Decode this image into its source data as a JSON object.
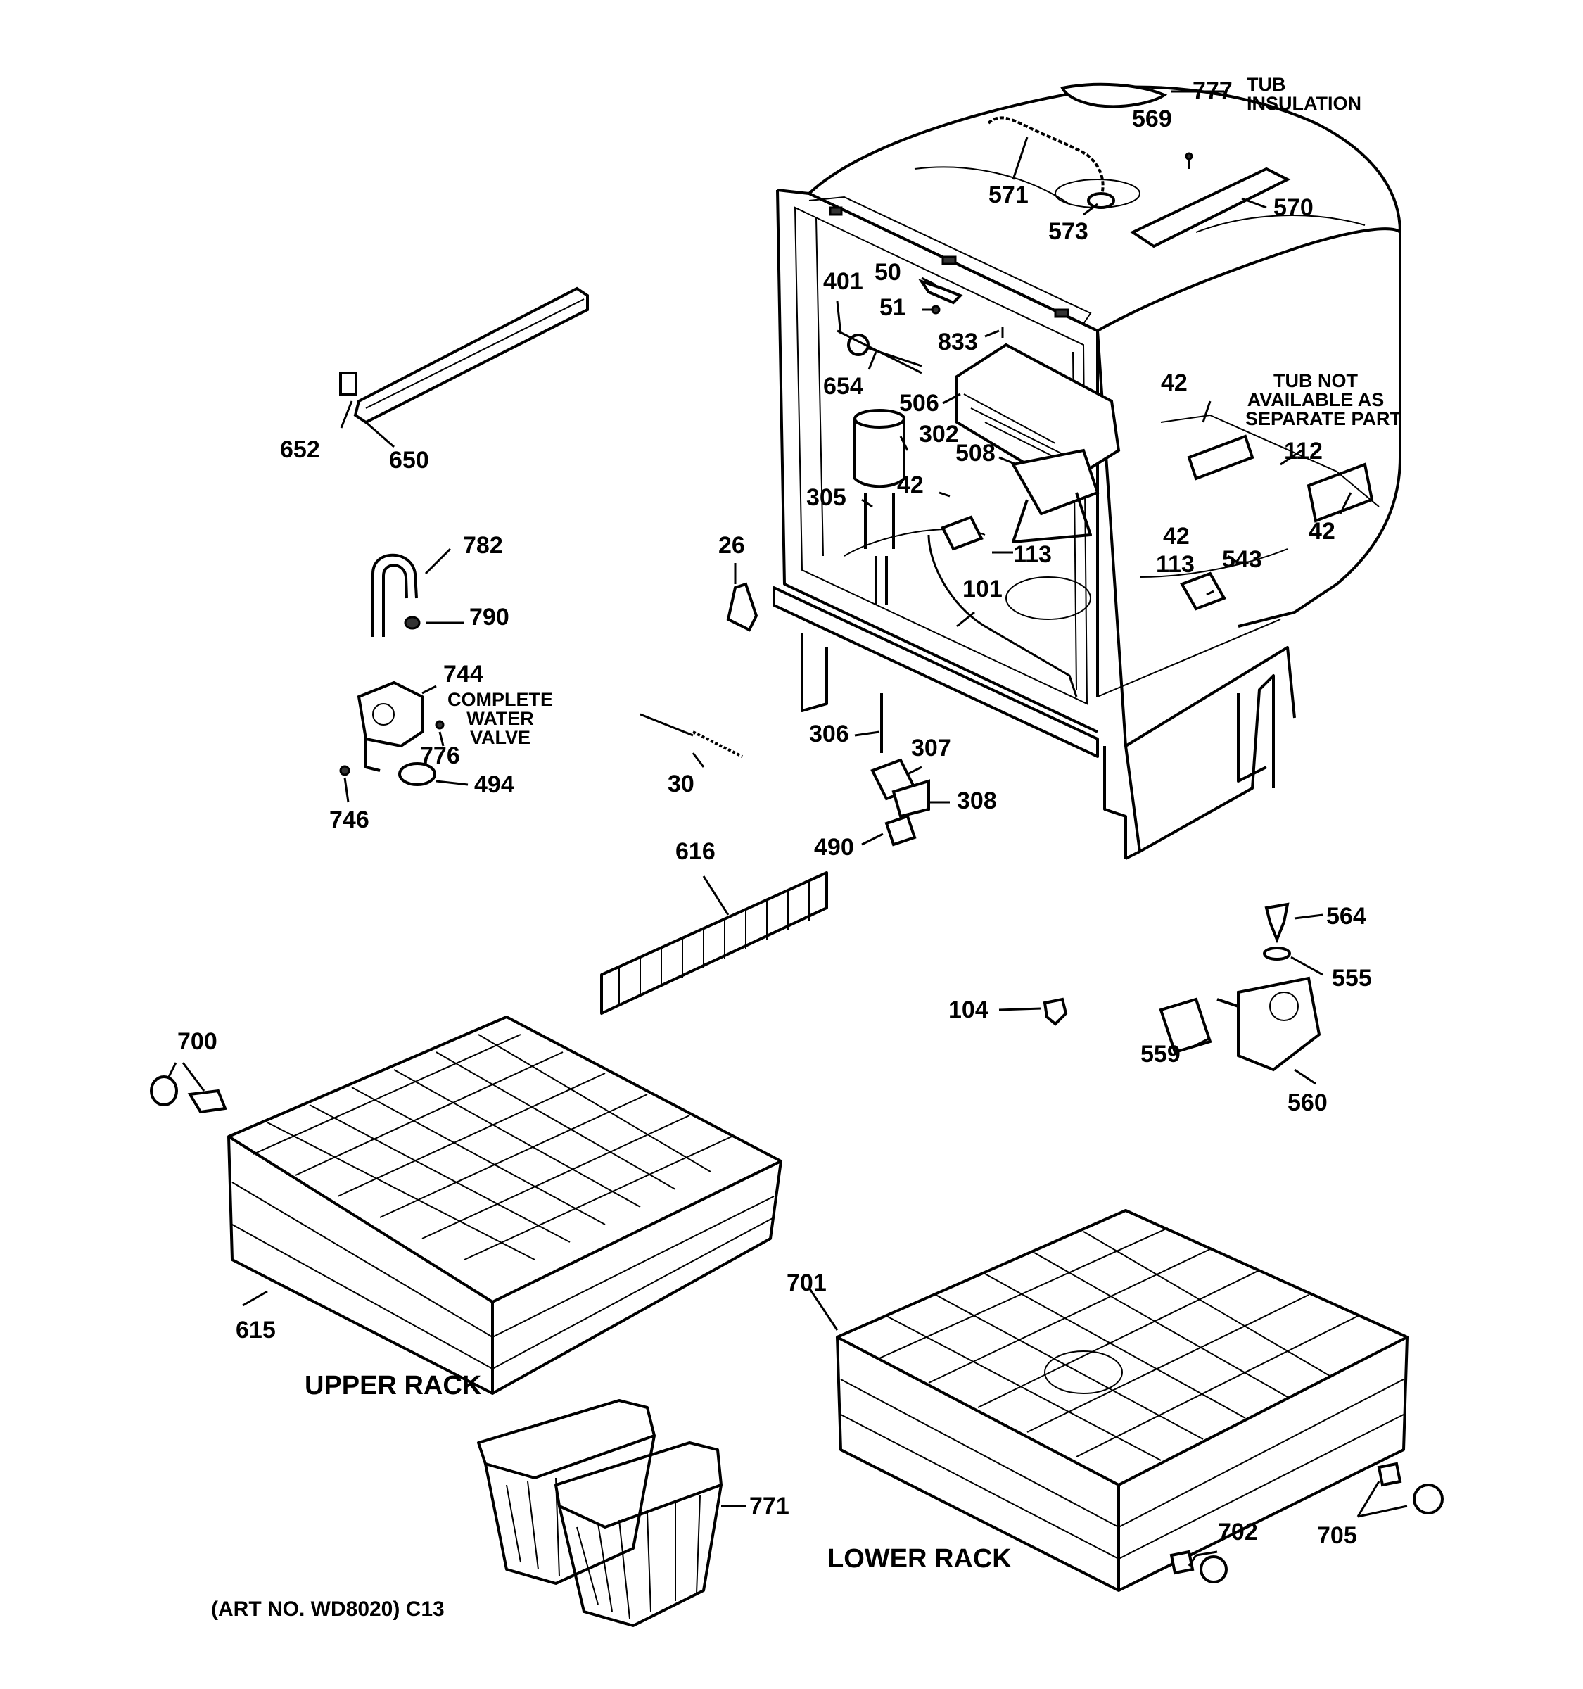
{
  "notes": {
    "tub_insulation": [
      "TUB",
      "INSULATION"
    ],
    "tub_not_available": [
      "TUB NOT",
      "AVAILABLE AS",
      "SEPARATE PART"
    ],
    "complete_water_valve": [
      "COMPLETE",
      "WATER",
      "VALVE"
    ]
  },
  "titles": {
    "upper_rack": "UPPER RACK",
    "lower_rack": "LOWER RACK"
  },
  "art_number": "(ART NO. WD8020) C13",
  "parts": [
    {
      "id": "777"
    },
    {
      "id": "569"
    },
    {
      "id": "571"
    },
    {
      "id": "573"
    },
    {
      "id": "570"
    },
    {
      "id": "50"
    },
    {
      "id": "401"
    },
    {
      "id": "51"
    },
    {
      "id": "833"
    },
    {
      "id": "654"
    },
    {
      "id": "506"
    },
    {
      "id": "42"
    },
    {
      "id": "112"
    },
    {
      "id": "302"
    },
    {
      "id": "508"
    },
    {
      "id": "305"
    },
    {
      "id": "543"
    },
    {
      "id": "113"
    },
    {
      "id": "101"
    },
    {
      "id": "26"
    },
    {
      "id": "652"
    },
    {
      "id": "650"
    },
    {
      "id": "782"
    },
    {
      "id": "790"
    },
    {
      "id": "744"
    },
    {
      "id": "776"
    },
    {
      "id": "494"
    },
    {
      "id": "746"
    },
    {
      "id": "30"
    },
    {
      "id": "306"
    },
    {
      "id": "307"
    },
    {
      "id": "308"
    },
    {
      "id": "490"
    },
    {
      "id": "616"
    },
    {
      "id": "564"
    },
    {
      "id": "555"
    },
    {
      "id": "104"
    },
    {
      "id": "559"
    },
    {
      "id": "560"
    },
    {
      "id": "700"
    },
    {
      "id": "615"
    },
    {
      "id": "701"
    },
    {
      "id": "771"
    },
    {
      "id": "702"
    },
    {
      "id": "705"
    }
  ]
}
